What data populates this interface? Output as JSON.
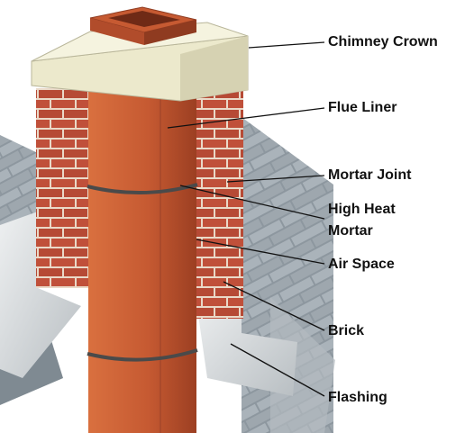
{
  "labels": {
    "chimney_crown": "Chimney Crown",
    "flue_liner": "Flue Liner",
    "mortar_joint": "Mortar Joint",
    "high_heat_mortar_line1": "High Heat",
    "high_heat_mortar_line2": "Mortar",
    "air_space": "Air Space",
    "brick": "Brick",
    "flashing": "Flashing"
  },
  "colors": {
    "brick": "#c0503a",
    "mortar": "#ead9c8",
    "flue_liner": "#c65a32",
    "crown": "#ece9cc",
    "roof": "#9aa3aa",
    "flashing": "#cfd3d6",
    "band": "#4a4a4a"
  }
}
